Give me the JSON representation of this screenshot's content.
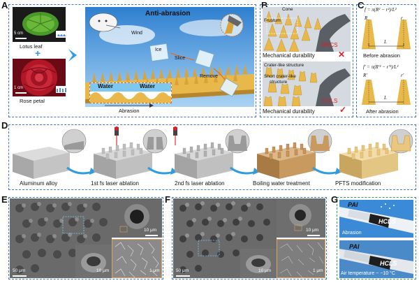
{
  "panels": {
    "a": "A",
    "b": "B",
    "c": "C",
    "d": "D",
    "e": "E",
    "f": "F",
    "g": "G"
  },
  "panel_a": {
    "scale_lotus": "5 cm",
    "lotus_label": "Lotus leaf",
    "plus": "+",
    "scale_rose": "1 cm",
    "rose_label": "Rose petal",
    "title": "Anti-abrasion",
    "wind": "Wind",
    "ice": "Ice",
    "slice": "Slice",
    "remove": "Remove",
    "water_1": "Water",
    "water_2": "Water",
    "abrasion": "Abrasion"
  },
  "panel_b": {
    "cone": "Cone",
    "frustum": "Frustum",
    "mncs": "MNCS",
    "durability_1": "Mechanical durability",
    "crater": "Crater-like structure",
    "short_crater_1": "Short crater-like",
    "short_crater_2": "structure",
    "hcls": "HCLS",
    "durability_2": "Mechanical durability"
  },
  "panel_c": {
    "formula_top": "f = π(R² − r²)/L²",
    "R": "R",
    "r": "r",
    "L": "L",
    "before": "Before abrasion",
    "formula_bottom": "f′ = π(R′² − r′²)/L²",
    "R2": "R′",
    "r2": "r′",
    "L2": "L",
    "after": "After abrasion"
  },
  "panel_d": {
    "steps": [
      "Aluminum alloy",
      "1st fs laser ablation",
      "2nd fs laser ablation",
      "Boiling water treatment",
      "PFTS modification"
    ]
  },
  "panel_e": {
    "scale_main": "50 μm",
    "scale_tr": "10 μm",
    "scale_bm": "10 μm",
    "scale_br": "1 μm"
  },
  "panel_f": {
    "scale_main": "50 μm",
    "scale_tr": "10 μm",
    "scale_bm": "10 μm",
    "scale_br": "1 μm"
  },
  "panel_g": {
    "pai_top": "PAI",
    "hcls_top": "HCLS",
    "abrasion": "Abrasion",
    "pai_bottom": "PAI",
    "hcls_bottom": "HCLS",
    "air_temp": "Air temperature ~ −10 °C"
  },
  "colors": {
    "dash_blue": "#3c78c8",
    "gold": "#e8b84a",
    "gold_dark": "#b8862a",
    "red": "#d8202a",
    "sky": "#4f9ee0",
    "arrow_blue": "#2f9be0"
  }
}
